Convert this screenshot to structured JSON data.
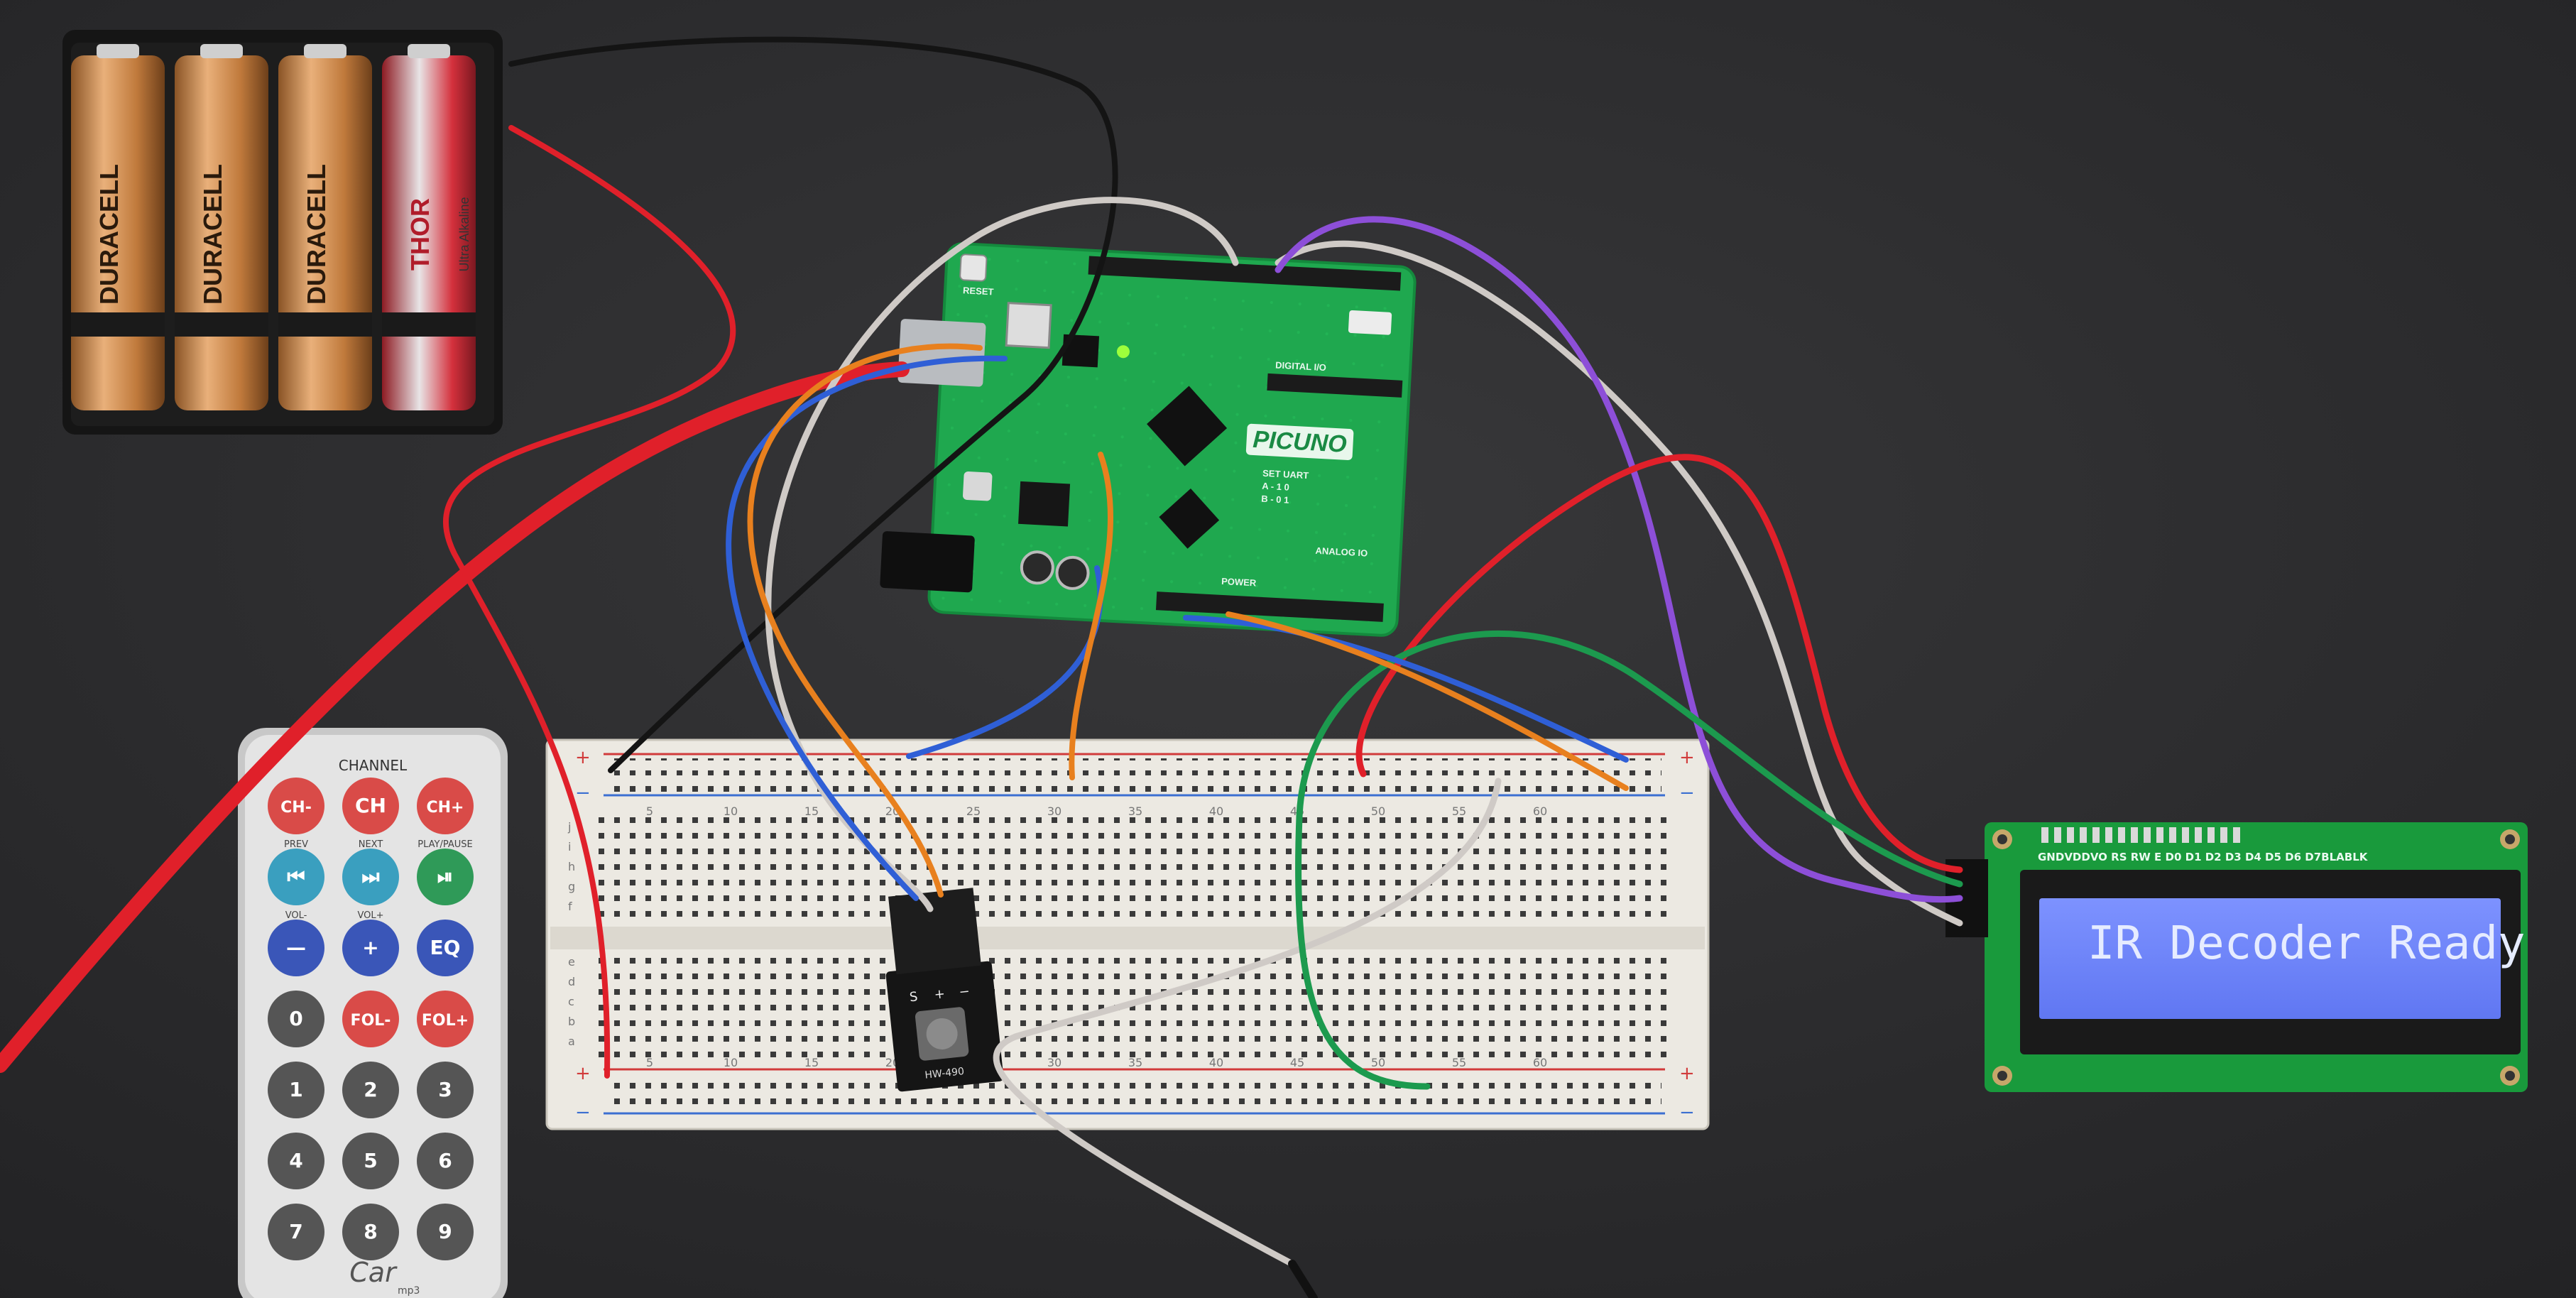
{
  "colors": {
    "table": "#2b2b2c",
    "pcb_green": "#1fa84f",
    "lcd_green": "#199a3c",
    "lcd_screen": "#6f86ff",
    "breadboard": "#f1f0ec",
    "rail_red": "#d13b3b",
    "rail_blue": "#3b6fd1",
    "wire_red": "#e0202a",
    "wire_black": "#1a1a1a",
    "wire_white": "#cfcac6",
    "wire_blue": "#2f5fd6",
    "wire_orange": "#e8801e",
    "wire_purple": "#8d4fd8",
    "wire_green": "#1c9a4e"
  },
  "batteries": {
    "cells": [
      {
        "brand": "DURACELL",
        "color": "#c98645"
      },
      {
        "brand": "DURACELL",
        "color": "#c98645"
      },
      {
        "brand": "DURACELL",
        "color": "#c98645"
      },
      {
        "brand": "THOR",
        "color": "#c72a36"
      }
    ],
    "thor_sub": "Ultra Alkaline"
  },
  "board": {
    "name": "PICUNO",
    "reset_label": "RESET",
    "digital_label": "DIGITAL I/O",
    "analog_label": "ANALOG IO",
    "power_label": "POWER",
    "set_uart_label": "SET UART",
    "uart_rows": [
      "A - 1 0",
      "B - 0 1"
    ]
  },
  "remote": {
    "channel_label": "CHANNEL",
    "logo": "Car",
    "logo_sub": "mp3",
    "rows": [
      {
        "buttons": [
          {
            "label": "CH-",
            "color": "#d94b48"
          },
          {
            "label": "CH",
            "color": "#d94b48"
          },
          {
            "label": "CH+",
            "color": "#d94b48"
          }
        ],
        "captions": [
          "PREV",
          "NEXT",
          "PLAY/PAUSE"
        ]
      },
      {
        "buttons": [
          {
            "label": "⏮",
            "color": "#3a9fbf"
          },
          {
            "label": "⏭",
            "color": "#3a9fbf"
          },
          {
            "label": "⏯",
            "color": "#2f9a58"
          }
        ],
        "captions": [
          "VOL-",
          "VOL+",
          ""
        ]
      },
      {
        "buttons": [
          {
            "label": "—",
            "color": "#3a56b8"
          },
          {
            "label": "+",
            "color": "#3a56b8"
          },
          {
            "label": "EQ",
            "color": "#3a56b8"
          }
        ],
        "captions": [
          "",
          "",
          ""
        ]
      },
      {
        "buttons": [
          {
            "label": "0",
            "color": "#555"
          },
          {
            "label": "FOL-",
            "color": "#d94b48"
          },
          {
            "label": "FOL+",
            "color": "#d94b48"
          }
        ],
        "captions": [
          "",
          "",
          ""
        ]
      },
      {
        "buttons": [
          {
            "label": "1",
            "color": "#555"
          },
          {
            "label": "2",
            "color": "#555"
          },
          {
            "label": "3",
            "color": "#555"
          }
        ],
        "captions": [
          "",
          "",
          ""
        ]
      },
      {
        "buttons": [
          {
            "label": "4",
            "color": "#555"
          },
          {
            "label": "5",
            "color": "#555"
          },
          {
            "label": "6",
            "color": "#555"
          }
        ],
        "captions": [
          "",
          "",
          ""
        ]
      },
      {
        "buttons": [
          {
            "label": "7",
            "color": "#555"
          },
          {
            "label": "8",
            "color": "#555"
          },
          {
            "label": "9",
            "color": "#555"
          }
        ],
        "captions": [
          "",
          "",
          ""
        ]
      }
    ]
  },
  "breadboard": {
    "column_numbers": [
      "5",
      "10",
      "15",
      "20",
      "25",
      "30",
      "35",
      "40",
      "45",
      "50",
      "55",
      "60"
    ],
    "row_letters_top": [
      "j",
      "i",
      "h",
      "g",
      "f"
    ],
    "row_letters_bottom": [
      "e",
      "d",
      "c",
      "b",
      "a"
    ],
    "plus": "+",
    "minus": "−"
  },
  "ir_module": {
    "pins": [
      "S",
      "+",
      "−"
    ],
    "label": "HW-490"
  },
  "lcd": {
    "pin_header": "GNDVDDVO RS RW E D0 D1 D2 D3 D4 D5 D6 D7BLABLK",
    "message": "IR Decoder Ready"
  }
}
